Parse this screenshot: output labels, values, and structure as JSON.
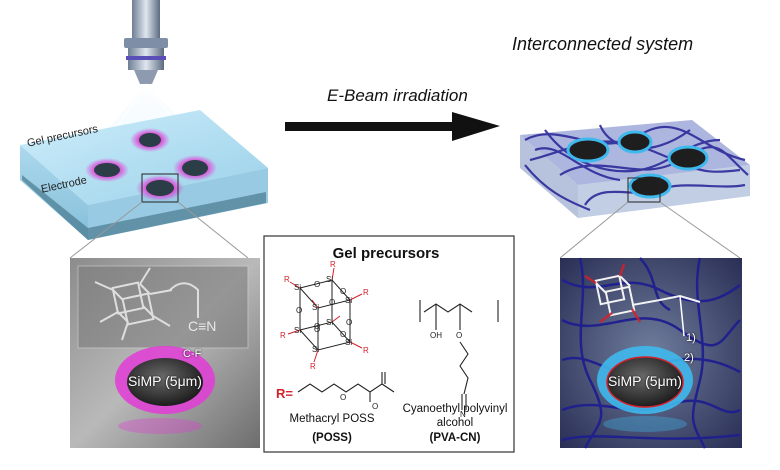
{
  "title": "Interconnected system",
  "arrow_label": "E-Beam irradiation",
  "left_block": {
    "gel_label": "Gel precursors",
    "electrode_label": "Electrode"
  },
  "inset_left": {
    "cf_label": "C-F",
    "particle_label": "SiMP (5μm)",
    "cn_label": "C≡N"
  },
  "center_panel": {
    "title": "Gel precursors",
    "r_label": "R=",
    "poss_name": "Methacryl POSS",
    "poss_abbr": "(POSS)",
    "pva_name_line1": "Cyanoethyl polyvinyl",
    "pva_name_line2": "alcohol",
    "pva_abbr": "(PVA-CN)",
    "si_label": "Si",
    "o_label": "O",
    "r_atom": "R",
    "oh_label": "OH",
    "n_label": "N"
  },
  "inset_right": {
    "particle_label": "SiMP (5μm)",
    "step1": "1)",
    "step2": "2)"
  },
  "colors": {
    "gel": "#9fd3ec",
    "electrode": "#3c6d80",
    "pink": "#e23bd6",
    "network": "#2d2a9a",
    "cyan": "#3fb8ec",
    "arrow": "#111111",
    "red": "#d4202a"
  }
}
